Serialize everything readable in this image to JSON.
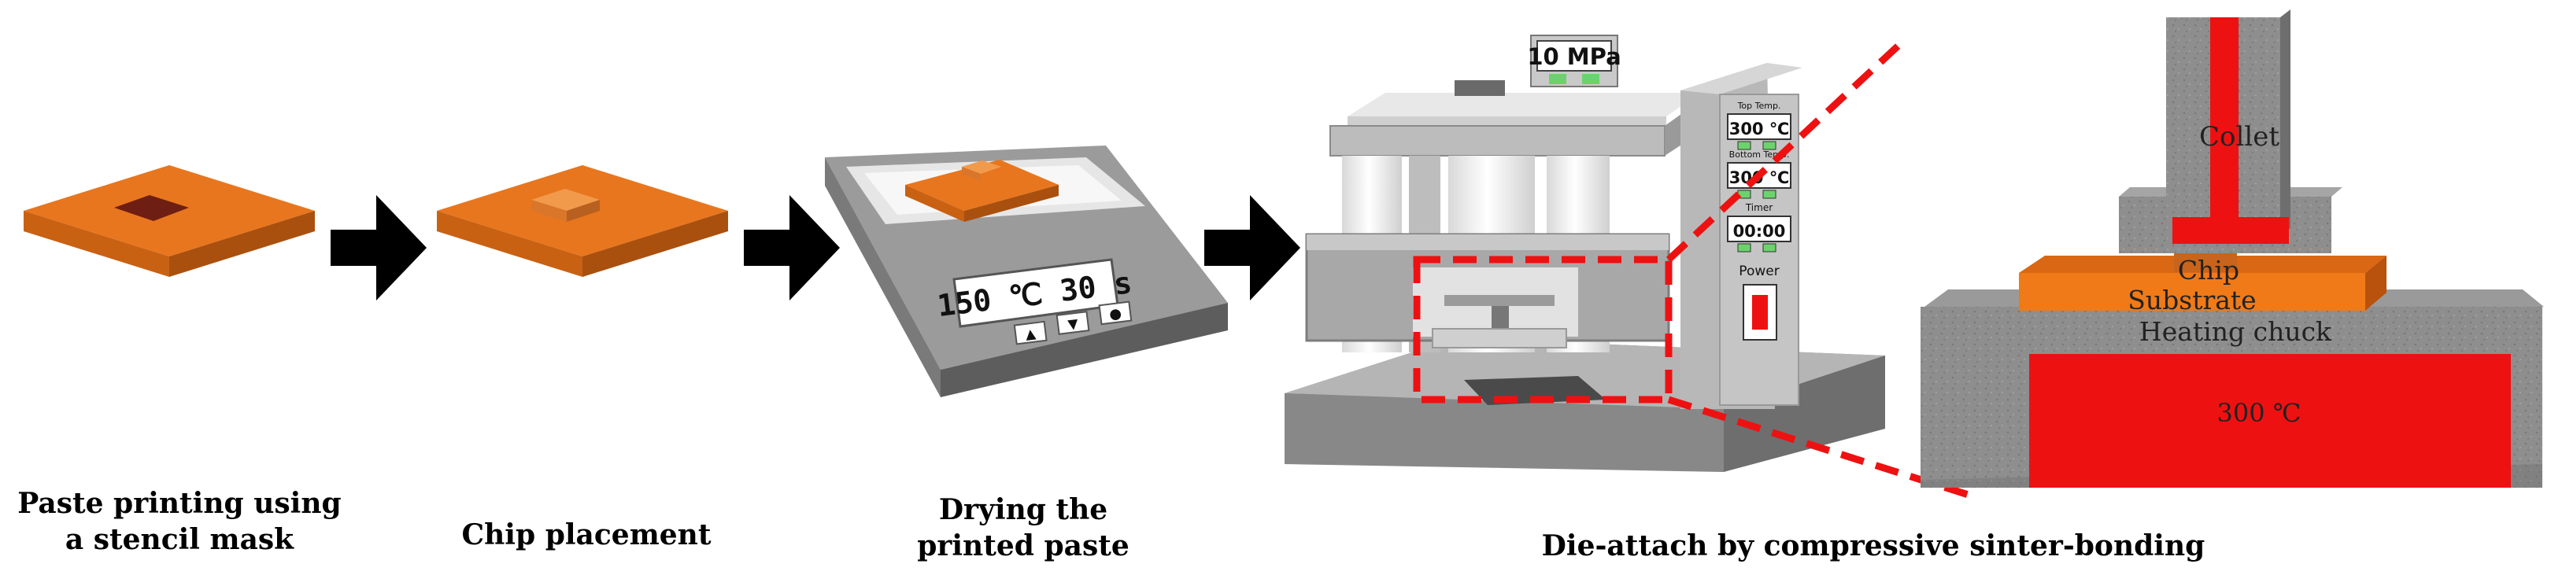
{
  "steps": [
    {
      "caption_line1": "Paste printing using",
      "caption_line2": "a stencil mask"
    },
    {
      "caption_line1": "Chip placement",
      "caption_line2": ""
    },
    {
      "caption_line1": "Drying the",
      "caption_line2": "printed paste"
    },
    {
      "caption_line1": "Die-attach by compressive sinter-bonding",
      "caption_line2": ""
    }
  ],
  "hotplate": {
    "display": "150 ℃ 30 s",
    "up_button": "▲",
    "down_button": "▼",
    "stop_button": "●"
  },
  "press": {
    "pressure_display": "10 MPa",
    "top_temp_label": "Top Temp.",
    "top_temp_value": "300 ℃",
    "bottom_temp_label": "Bottom Temp.",
    "bottom_temp_value": "300 ℃",
    "timer_label": "Timer",
    "timer_value": "00:00",
    "power_label": "Power"
  },
  "closeup": {
    "collet": "Collet",
    "chip": "Chip",
    "substrate": "Substrate",
    "heating_chuck": "Heating chuck",
    "chuck_temp": "300 ℃"
  },
  "colors": {
    "orange": "#e8761e",
    "orange_dark": "#b5530f",
    "paste": "#6e1e12",
    "red": "#ee1111",
    "grey_light": "#d9d9d9",
    "grey_mid": "#9b9b9b",
    "grey_dark": "#5d5d5d"
  }
}
